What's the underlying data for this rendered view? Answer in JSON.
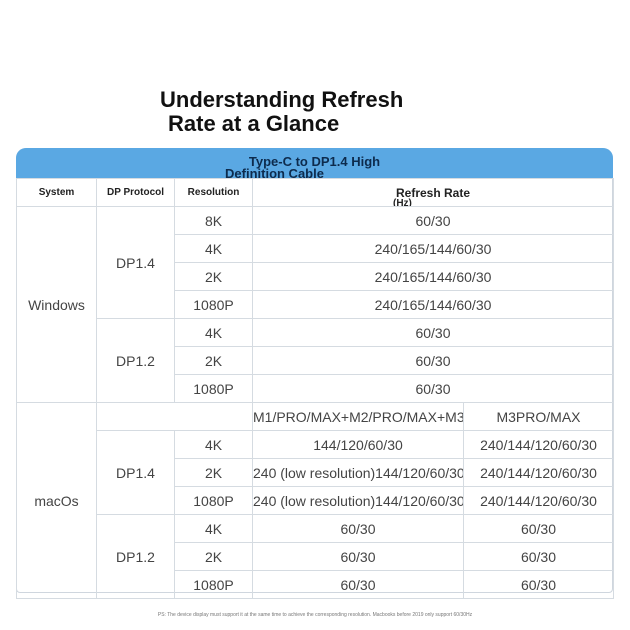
{
  "title": {
    "line1": "Understanding Refresh",
    "line2": "Rate at a Glance"
  },
  "banner": {
    "line1": "Type-C to DP1.4 High",
    "line2": "Definition Cable"
  },
  "headers": {
    "system": "System",
    "protocol": "DP Protocol",
    "resolution": "Resolution",
    "rate": "Refresh Rate",
    "rate_unit": "(Hz)"
  },
  "windows": {
    "system": "Windows",
    "dp14": {
      "protocol": "DP1.4",
      "rows": [
        {
          "res": "8K",
          "rate": "60/30"
        },
        {
          "res": "4K",
          "rate": "240/165/144/60/30"
        },
        {
          "res": "2K",
          "rate": "240/165/144/60/30"
        },
        {
          "res": "1080P",
          "rate": "240/165/144/60/30"
        }
      ]
    },
    "dp12": {
      "protocol": "DP1.2",
      "rows": [
        {
          "res": "4K",
          "rate": "60/30"
        },
        {
          "res": "2K",
          "rate": "60/30"
        },
        {
          "res": "1080P",
          "rate": "60/30"
        }
      ]
    }
  },
  "macos": {
    "system": "macOs",
    "col_a": "M1/PRO/MAX+M2/PRO/MAX+M3",
    "col_b": "M3PRO/MAX",
    "dp14": {
      "protocol": "DP1.4",
      "rows": [
        {
          "res": "4K",
          "a": "144/120/60/30",
          "b": "240/144/120/60/30"
        },
        {
          "res": "2K",
          "a": "240 (low resolution)144/120/60/30",
          "b": "240/144/120/60/30"
        },
        {
          "res": "1080P",
          "a": "240 (low resolution)144/120/60/30",
          "b": "240/144/120/60/30"
        }
      ]
    },
    "dp12": {
      "protocol": "DP1.2",
      "rows": [
        {
          "res": "4K",
          "a": "60/30",
          "b": "60/30"
        },
        {
          "res": "2K",
          "a": "60/30",
          "b": "60/30"
        },
        {
          "res": "1080P",
          "a": "60/30",
          "b": "60/30"
        }
      ]
    }
  },
  "footnote": "PS: The device display must support it at the same time to achieve the corresponding resolution. Macbooks before 2019 only support 60/30Hz",
  "colors": {
    "banner": "#5aa8e3",
    "border": "#d5dbe1"
  }
}
